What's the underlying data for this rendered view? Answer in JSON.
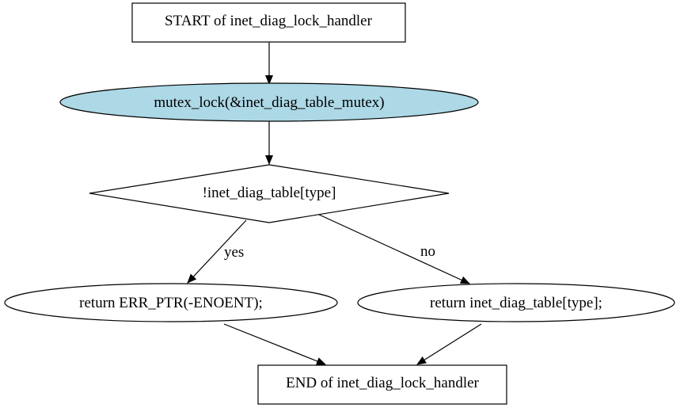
{
  "diagram": {
    "nodes": {
      "start": {
        "label": "START of inet_diag_lock_handler",
        "shape": "box"
      },
      "lock": {
        "label": "mutex_lock(&inet_diag_table_mutex)",
        "shape": "ellipse",
        "fill": "#add8e6"
      },
      "decision": {
        "label": "!inet_diag_table[type]",
        "shape": "diamond"
      },
      "ret_err": {
        "label": "return ERR_PTR(-ENOENT);",
        "shape": "ellipse"
      },
      "ret_table": {
        "label": "return inet_diag_table[type];",
        "shape": "ellipse"
      },
      "end": {
        "label": "END of inet_diag_lock_handler",
        "shape": "box"
      }
    },
    "edges": {
      "start_to_lock": {
        "from": "start",
        "to": "lock",
        "label": ""
      },
      "lock_to_decision": {
        "from": "lock",
        "to": "decision",
        "label": ""
      },
      "decision_to_err": {
        "from": "decision",
        "to": "ret_err",
        "label": "yes"
      },
      "decision_to_table": {
        "from": "decision",
        "to": "ret_table",
        "label": "no"
      },
      "err_to_end": {
        "from": "ret_err",
        "to": "end",
        "label": ""
      },
      "table_to_end": {
        "from": "ret_table",
        "to": "end",
        "label": ""
      }
    },
    "colors": {
      "stroke": "#000000",
      "background": "#ffffff",
      "highlight_fill": "#add8e6"
    }
  }
}
